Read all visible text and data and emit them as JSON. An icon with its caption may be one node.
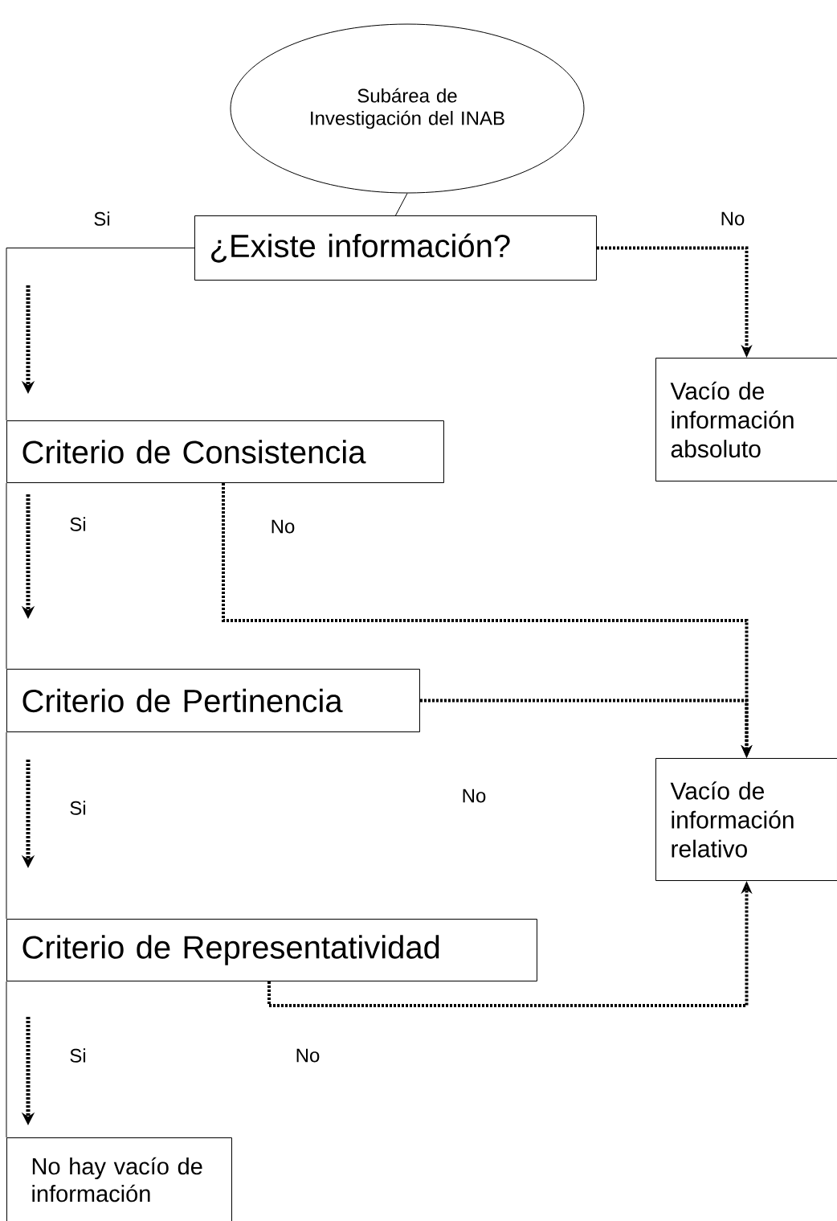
{
  "diagram": {
    "nodes": [
      {
        "text": [
          "Subárea de Investigación del INAB"
        ]
      },
      {
        "text": [
          "¿Existe información?"
        ]
      },
      {
        "text": [
          "Vacío de información absoluto"
        ]
      },
      {
        "text": [
          "Criterio de Consistencia"
        ]
      },
      {
        "text": [
          "Criterio de Pertinencia"
        ]
      },
      {
        "text": [
          "Vacío de información relativo"
        ]
      },
      {
        "text": [
          "Criterio de Representatividad"
        ]
      },
      {
        "text": [
          "No hay vacío de información"
        ]
      }
    ],
    "edges": [
      {
        "from": 0,
        "to": 1,
        "arrow": "none"
      },
      {
        "from": 1,
        "to": 3,
        "arrow": "none",
        "label": "Si"
      },
      {
        "from": 1,
        "to": 2,
        "arrow": "to",
        "label": "No",
        "style": "dashed"
      },
      {
        "from": 3,
        "to": 4,
        "arrow": "none",
        "label": "Si"
      },
      {
        "from": 3,
        "to": 5,
        "arrow": "to",
        "label": "No",
        "style": "dashed"
      },
      {
        "from": 4,
        "to": 6,
        "arrow": "none",
        "label": "Si"
      },
      {
        "from": 4,
        "to": 5,
        "arrow": "to",
        "label": "No",
        "style": "dashed"
      },
      {
        "from": 6,
        "to": 7,
        "arrow": "none",
        "label": "Si"
      },
      {
        "from": 6,
        "to": 5,
        "arrow": "to",
        "label": "No",
        "style": "dashed"
      }
    ]
  }
}
